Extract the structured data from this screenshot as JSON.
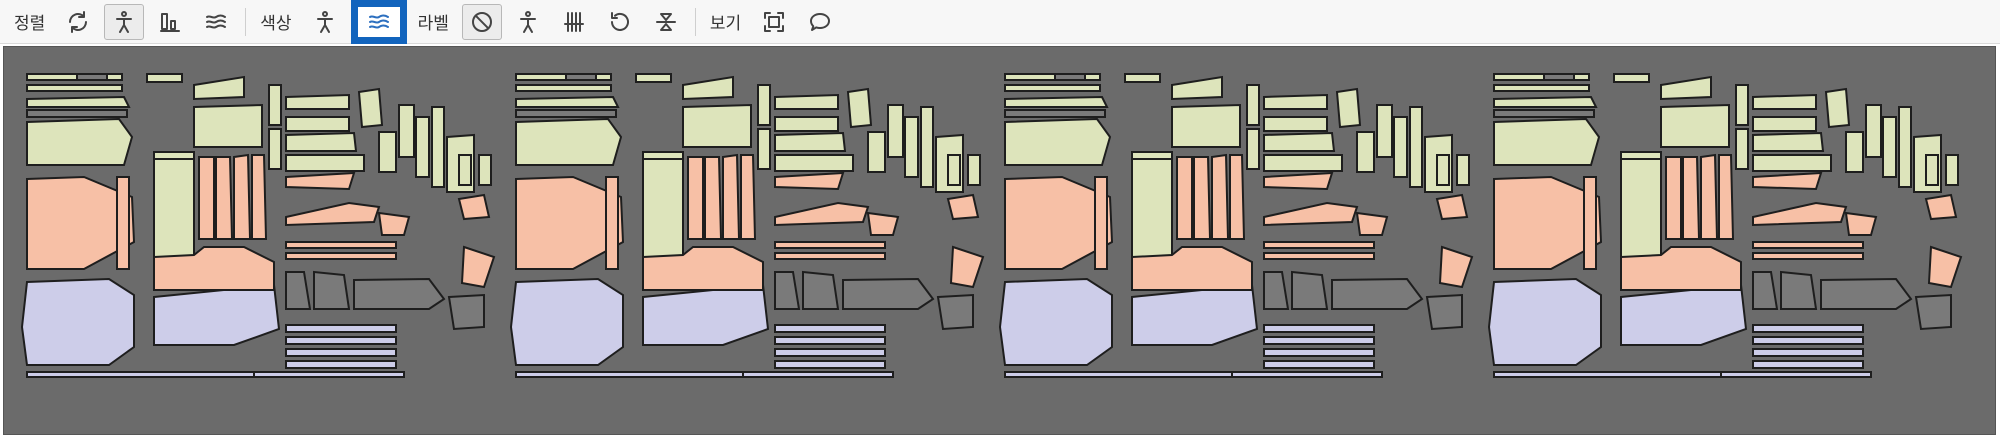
{
  "toolbar": {
    "sort_label": "정렬",
    "color_label": "색상",
    "label_label": "라벨",
    "view_label": "보기",
    "sort_buttons": [
      {
        "name": "sort-refresh-button",
        "icon": "refresh-icon"
      },
      {
        "name": "sort-avatar-button",
        "icon": "avatar-icon",
        "toggled": true
      },
      {
        "name": "sort-size-button",
        "icon": "bars-icon"
      },
      {
        "name": "sort-fabric-button",
        "icon": "fabric-icon"
      }
    ],
    "color_buttons": [
      {
        "name": "color-avatar-button",
        "icon": "avatar-icon"
      },
      {
        "name": "color-fabric-button",
        "icon": "fabric-icon",
        "active": true
      }
    ],
    "label_buttons": [
      {
        "name": "label-none-button",
        "icon": "no-symbol-icon",
        "toggled": true
      },
      {
        "name": "label-avatar-button",
        "icon": "avatar-icon"
      },
      {
        "name": "label-grainline-button",
        "icon": "grainline-icon"
      },
      {
        "name": "label-rotate-button",
        "icon": "rotate-icon"
      },
      {
        "name": "label-flip-button",
        "icon": "flip-icon"
      }
    ],
    "view_buttons": [
      {
        "name": "view-fit-button",
        "icon": "fit-screen-icon"
      },
      {
        "name": "view-comment-button",
        "icon": "speech-bubble-icon"
      }
    ]
  },
  "canvas": {
    "background_color": "#6b6b6b",
    "piece_colors": {
      "green": "#dde4bb",
      "peach": "#f7c0a6",
      "lavender": "#cdcde9",
      "grey": "#7a7a7a",
      "outline": "#1e1e1e"
    },
    "repeat_count": 4
  }
}
